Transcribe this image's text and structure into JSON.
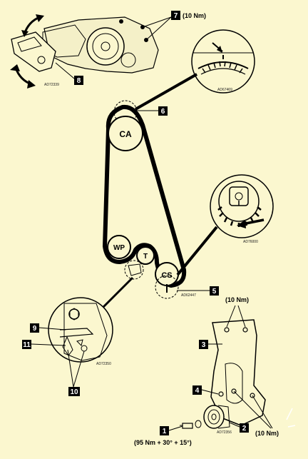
{
  "components": {
    "ca": "CA",
    "wp": "WP",
    "t": "T",
    "cs": "CS"
  },
  "callouts": {
    "c1": "1",
    "c2": "2",
    "c3": "3",
    "c4": "4",
    "c5": "5",
    "c6": "6",
    "c7": "7",
    "c8": "8",
    "c9": "9",
    "c10": "10",
    "c11": "11"
  },
  "torques": {
    "t7": "(10 Nm)",
    "t3": "(10 Nm)",
    "t2": "(10 Nm)",
    "t1": "(95 Nm + 30° + 15°)"
  },
  "codes": {
    "tl": "AD72339",
    "cam": "AD67469",
    "crank": "AD76000",
    "cs": "AD62447",
    "tens": "AD72350",
    "pulley": "AD72356"
  }
}
